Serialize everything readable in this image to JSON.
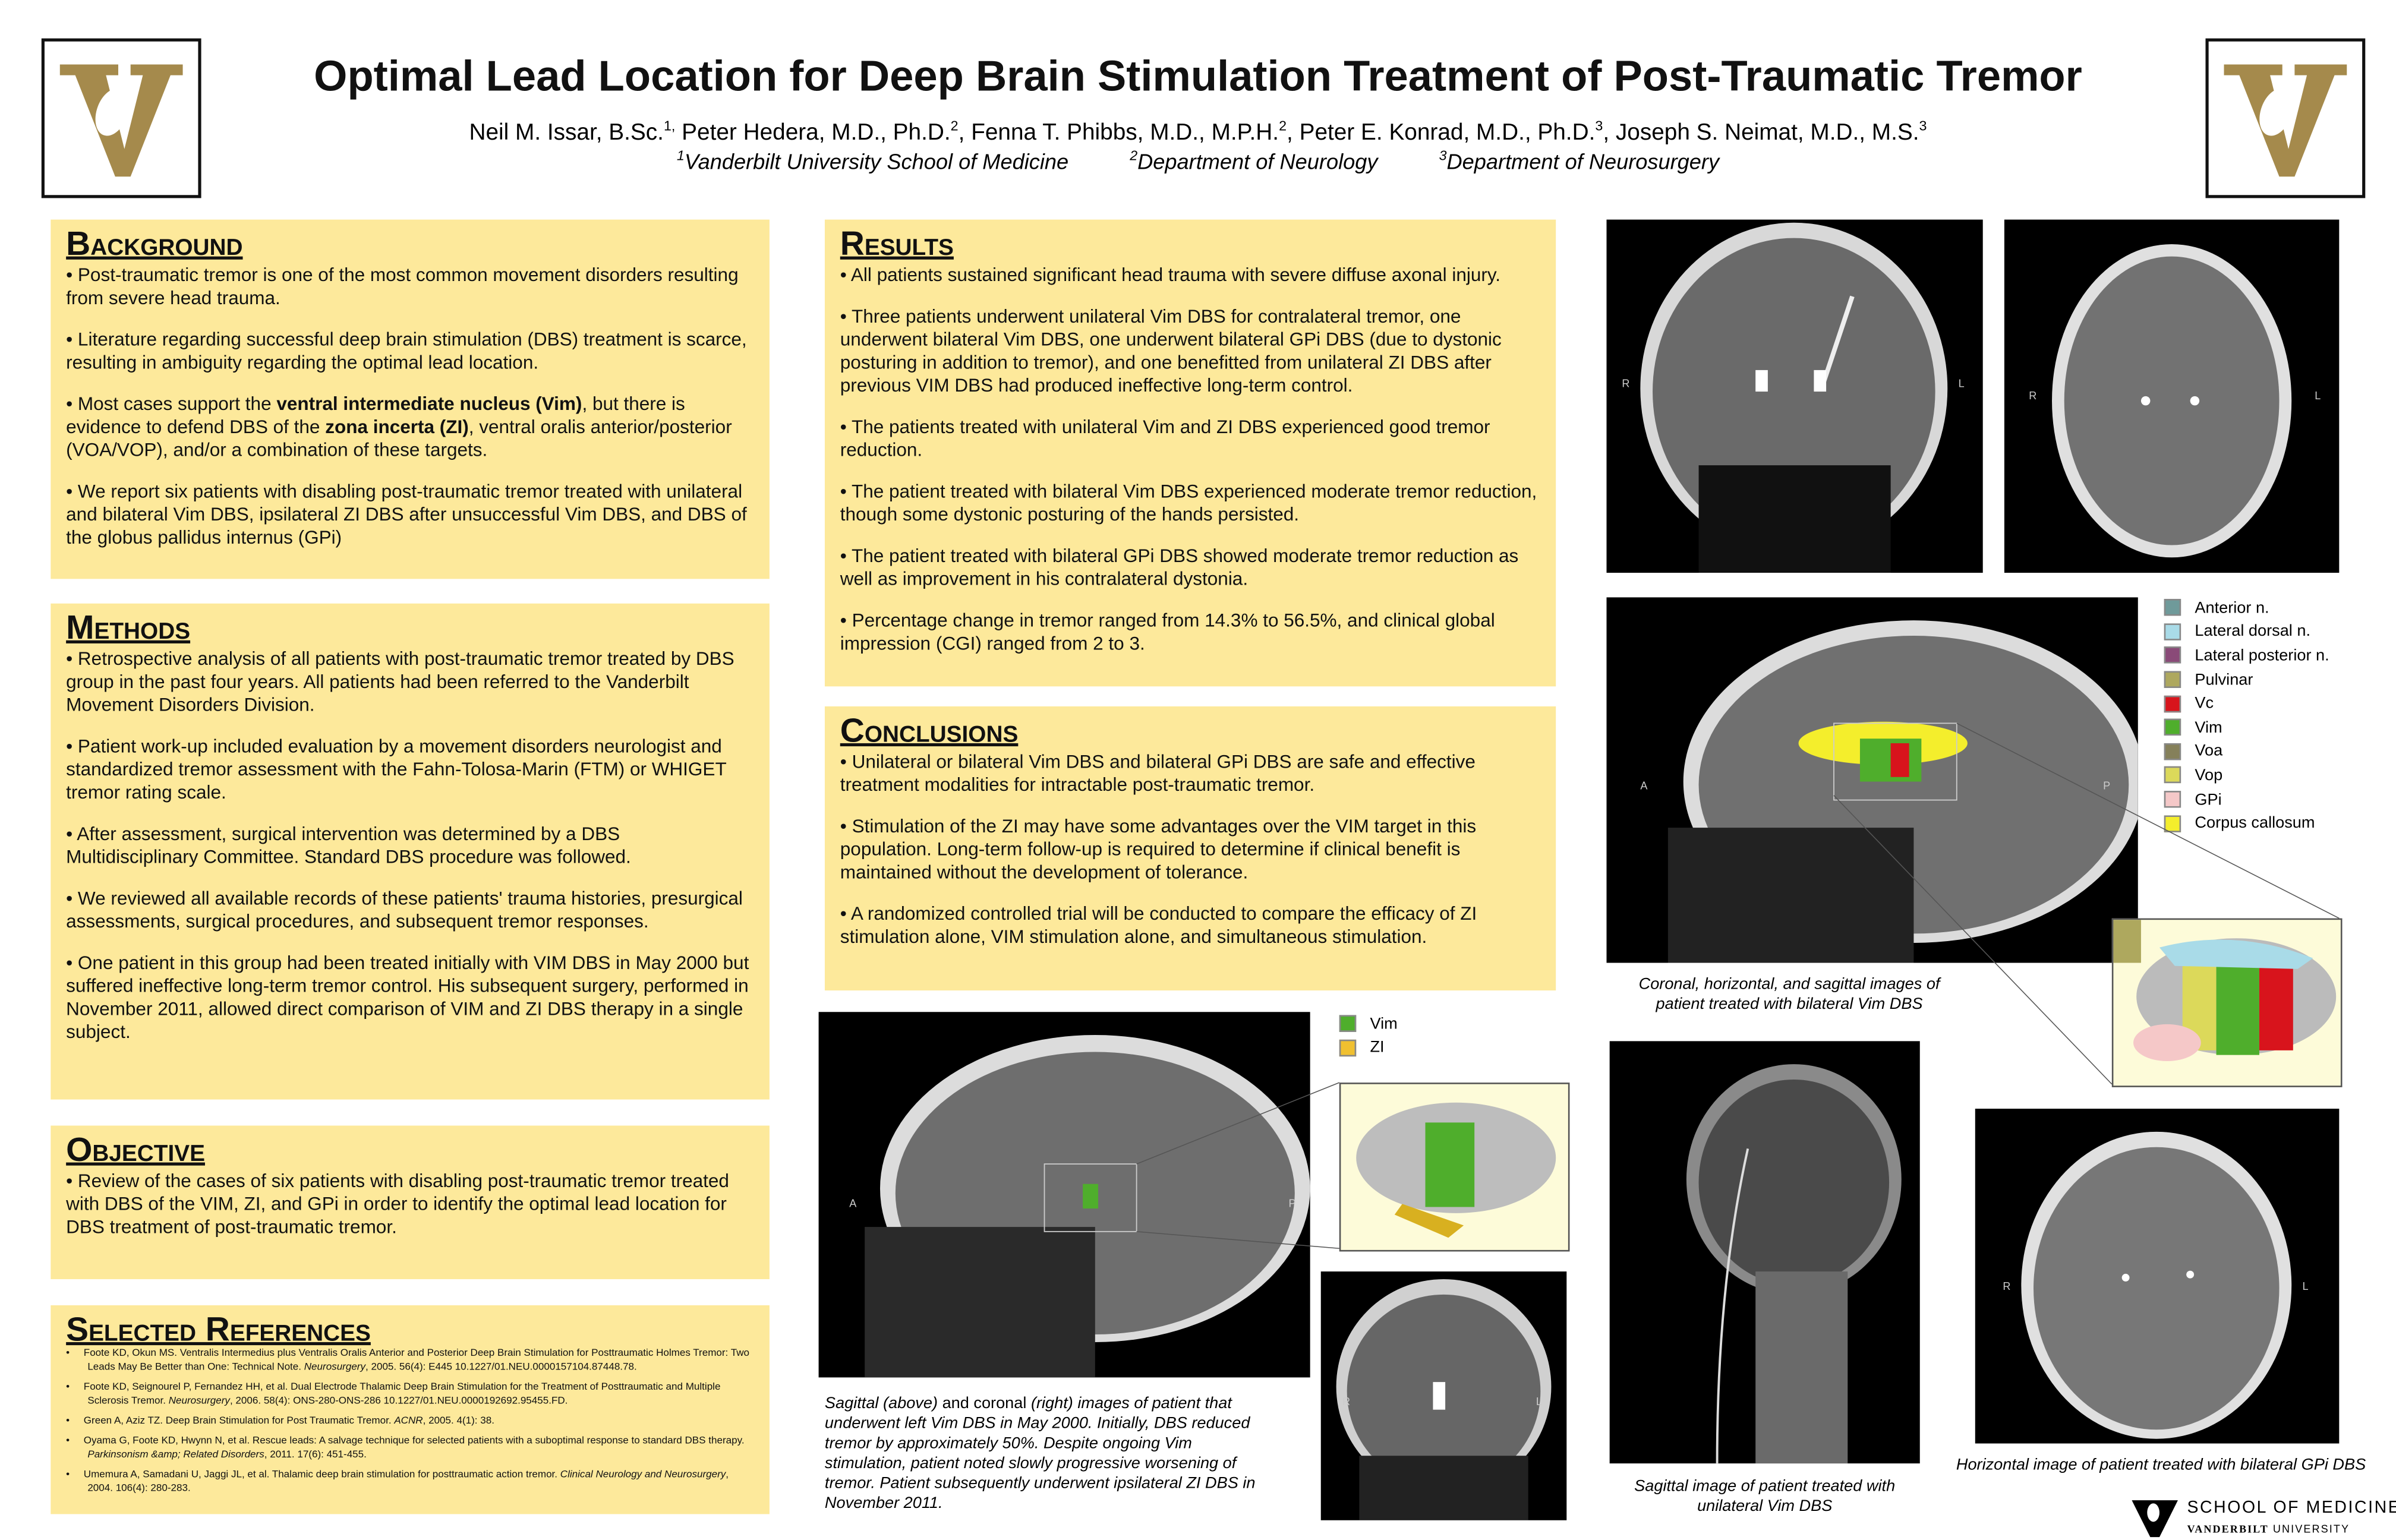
{
  "header": {
    "title": "Optimal Lead Location for Deep Brain Stimulation Treatment of Post-Traumatic Tremor",
    "authors": [
      {
        "name": "Neil M. Issar, B.Sc.",
        "sup": "1,"
      },
      {
        "name": "Peter Hedera, M.D., Ph.D.",
        "sup": "2"
      },
      {
        "name": "Fenna T. Phibbs, M.D., M.P.H.",
        "sup": "2"
      },
      {
        "name": "Peter E. Konrad, M.D., Ph.D.",
        "sup": "3"
      },
      {
        "name": "Joseph S. Neimat, M.D., M.S.",
        "sup": "3"
      }
    ],
    "affiliations": [
      {
        "num": "1",
        "name": "Vanderbilt University School of Medicine"
      },
      {
        "num": "2",
        "name": "Department of Neurology"
      },
      {
        "num": "3",
        "name": "Department of Neurosurgery"
      }
    ],
    "logo_color": "#a58a4c"
  },
  "background": {
    "heading": "Background",
    "items": [
      "Post-traumatic tremor is one of the most common movement disorders resulting from severe head trauma.",
      "Literature regarding successful deep brain stimulation (DBS) treatment is scarce, resulting in ambiguity regarding the optimal lead location.",
      {
        "pre": "Most cases support the ",
        "b1": "ventral intermediate nucleus (Vim)",
        "mid": ", but there is evidence to defend DBS of the ",
        "b2": "zona incerta (ZI)",
        "post": ", ventral oralis anterior/posterior (VOA/VOP), and/or a combination of these targets."
      },
      "We report six patients with disabling post-traumatic tremor treated with unilateral and bilateral Vim DBS, ipsilateral ZI DBS after unsuccessful Vim DBS, and DBS of the globus pallidus internus (GPi)"
    ]
  },
  "methods": {
    "heading": "Methods",
    "items": [
      "Retrospective analysis of all patients with post-traumatic tremor treated by DBS group in the past four years. All patients had been referred to the Vanderbilt Movement Disorders Division.",
      "Patient work-up included evaluation by a movement disorders neurologist and standardized tremor assessment with the Fahn-Tolosa-Marin (FTM) or WHIGET tremor rating scale.",
      "After assessment, surgical intervention was determined by a DBS Multidisciplinary Committee. Standard DBS procedure was followed.",
      "We reviewed all available records of these patients' trauma histories, presurgical assessments, surgical procedures, and subsequent tremor responses.",
      "One patient in this group had been treated initially with VIM DBS in May 2000 but suffered ineffective long-term tremor control. His subsequent surgery, performed in November 2011, allowed direct comparison of VIM and ZI DBS therapy in a single subject."
    ]
  },
  "objective": {
    "heading": "Objective",
    "items": [
      "Review of  the cases of six patients with disabling post-traumatic tremor treated with DBS of the VIM, ZI, and GPi in order to identify the optimal lead location for DBS treatment of post-traumatic tremor."
    ]
  },
  "references": {
    "heading": "Selected References",
    "items": [
      {
        "text": "Foote KD, Okun MS. Ventralis Intermedius plus Ventralis Oralis Anterior and Posterior Deep Brain Stimulation for Posttraumatic Holmes Tremor: Two Leads May Be Better than One: Technical Note. ",
        "journal": "Neurosurgery",
        "tail": ", 2005. 56(4): E445 10.1227/01.NEU.0000157104.87448.78."
      },
      {
        "text": "Foote KD, Seignourel P, Fernandez HH, et al. Dual Electrode Thalamic Deep Brain Stimulation for the Treatment of Posttraumatic and Multiple Sclerosis Tremor. ",
        "journal": "Neurosurgery",
        "tail": ", 2006. 58(4): ONS-280-ONS-286 10.1227/01.NEU.0000192692.95455.FD."
      },
      {
        "text": "Green A, Aziz TZ. Deep Brain Stimulation for Post Traumatic Tremor. ",
        "journal": "ACNR",
        "tail": ", 2005. 4(1): 38."
      },
      {
        "text": "Oyama G, Foote KD, Hwynn N, et al. Rescue leads: A salvage technique for selected patients with a suboptimal response to standard DBS therapy. ",
        "journal": "Parkinsonism &amp; Related Disorders",
        "tail": ", 2011. 17(6): 451-455."
      },
      {
        "text": "Umemura A, Samadani U, Jaggi JL, et al. Thalamic deep brain stimulation for posttraumatic action tremor. ",
        "journal": "Clinical Neurology and Neurosurgery",
        "tail": ", 2004. 106(4): 280-283."
      }
    ]
  },
  "results": {
    "heading": "Results",
    "items": [
      "All patients sustained significant head trauma with severe diffuse axonal injury.",
      "Three patients underwent unilateral Vim DBS for contralateral tremor, one underwent bilateral Vim DBS, one underwent bilateral GPi DBS (due to dystonic posturing in addition to tremor), and one benefitted from unilateral ZI DBS after previous VIM DBS had produced ineffective long-term control.",
      "The patients treated with unilateral Vim and ZI DBS experienced good tremor reduction.",
      "The patient treated with bilateral Vim DBS experienced moderate tremor reduction, though some dystonic posturing of the hands persisted.",
      "The patient treated with bilateral GPi DBS showed moderate tremor reduction as well as improvement in his contralateral dystonia.",
      "Percentage change in tremor ranged from 14.3% to 56.5%, and clinical global impression (CGI) ranged from 2 to 3."
    ]
  },
  "conclusions": {
    "heading": "Conclusions",
    "items": [
      "Unilateral or bilateral Vim DBS and bilateral GPi DBS are safe and effective treatment modalities for intractable post-traumatic tremor.",
      "Stimulation of the ZI may have some advantages over the VIM target in this population. Long-term follow-up is required to determine if clinical benefit is maintained without the development of tolerance.",
      "A randomized controlled trial will be conducted to compare the efficacy of ZI stimulation alone, VIM stimulation alone, and simultaneous stimulation."
    ]
  },
  "figures": {
    "orientation": {
      "R": "R",
      "L": "L",
      "A": "A",
      "P": "P"
    },
    "legend_thalamus": [
      {
        "label": "Anterior n.",
        "color": "#6f9a9a"
      },
      {
        "label": "Lateral dorsal n.",
        "color": "#a9dbe8"
      },
      {
        "label": "Lateral posterior n.",
        "color": "#8a4a78"
      },
      {
        "label": "Pulvinar",
        "color": "#aea85e"
      },
      {
        "label": "Vc",
        "color": "#d8141c"
      },
      {
        "label": "Vim",
        "color": "#4fae2c"
      },
      {
        "label": "Voa",
        "color": "#85805a"
      },
      {
        "label": "Vop",
        "color": "#dcd95a"
      },
      {
        "label": "GPi",
        "color": "#f5c8c8"
      },
      {
        "label": "Corpus callosum",
        "color": "#f4ee2c"
      }
    ],
    "legend_vim_zi": [
      {
        "label": "Vim",
        "color": "#4fae2c"
      },
      {
        "label": "ZI",
        "color": "#f0c030"
      }
    ],
    "caption_bilateral_vim": "Coronal, horizontal, and sagittal images of patient treated with bilateral Vim DBS",
    "caption_zi": {
      "p1": "Sagittal (above) ",
      "p2": "and coronal ",
      "p3": "(right) ",
      "p4": "images of patient that underwent left Vim DBS in May 2000. Initially, DBS reduced tremor by approximately 50%. Despite ongoing Vim stimulation, patient noted slowly progressive worsening of tremor. Patient subsequently underwent ipsilateral ZI DBS in November 2011."
    },
    "caption_unilateral_vim": "Sagittal image of patient treated with unilateral Vim DBS",
    "caption_gpi": "Horizontal image of patient treated with bilateral GPi DBS"
  },
  "footer_logo": {
    "line1": "SCHOOL OF MEDICINE",
    "line2a": "VANDERBILT",
    "line2b": " UNIVERSITY"
  }
}
